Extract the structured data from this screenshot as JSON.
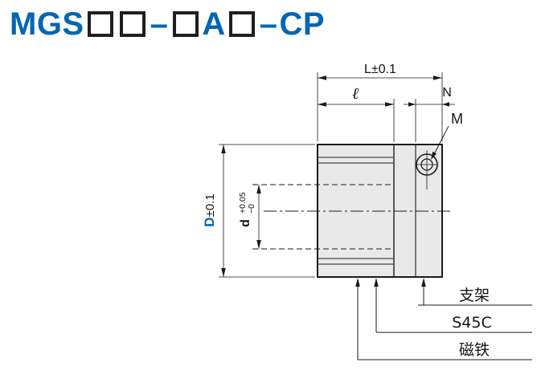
{
  "colors": {
    "accent": "#0066b3",
    "part_fill": "#e9e9e9",
    "line": "#1a1a1a"
  },
  "title": {
    "code": "MGS□□–□A□–CP",
    "mgs": "MGS",
    "dash1": "–",
    "a": "A",
    "dash2": "–",
    "cp": "CP"
  },
  "dimensions": {
    "length": "L±0.1",
    "body_length": "ℓ",
    "bracket_width": "N",
    "screw": "M",
    "outer_dia_letter": "D",
    "outer_dia_tol": "±0.1",
    "bore_letter": "d",
    "bore_tol_plus": "+0.05",
    "bore_tol_minus": "−0"
  },
  "callouts": {
    "bracket": "支架",
    "material": "S45C",
    "magnet": "磁铁"
  }
}
